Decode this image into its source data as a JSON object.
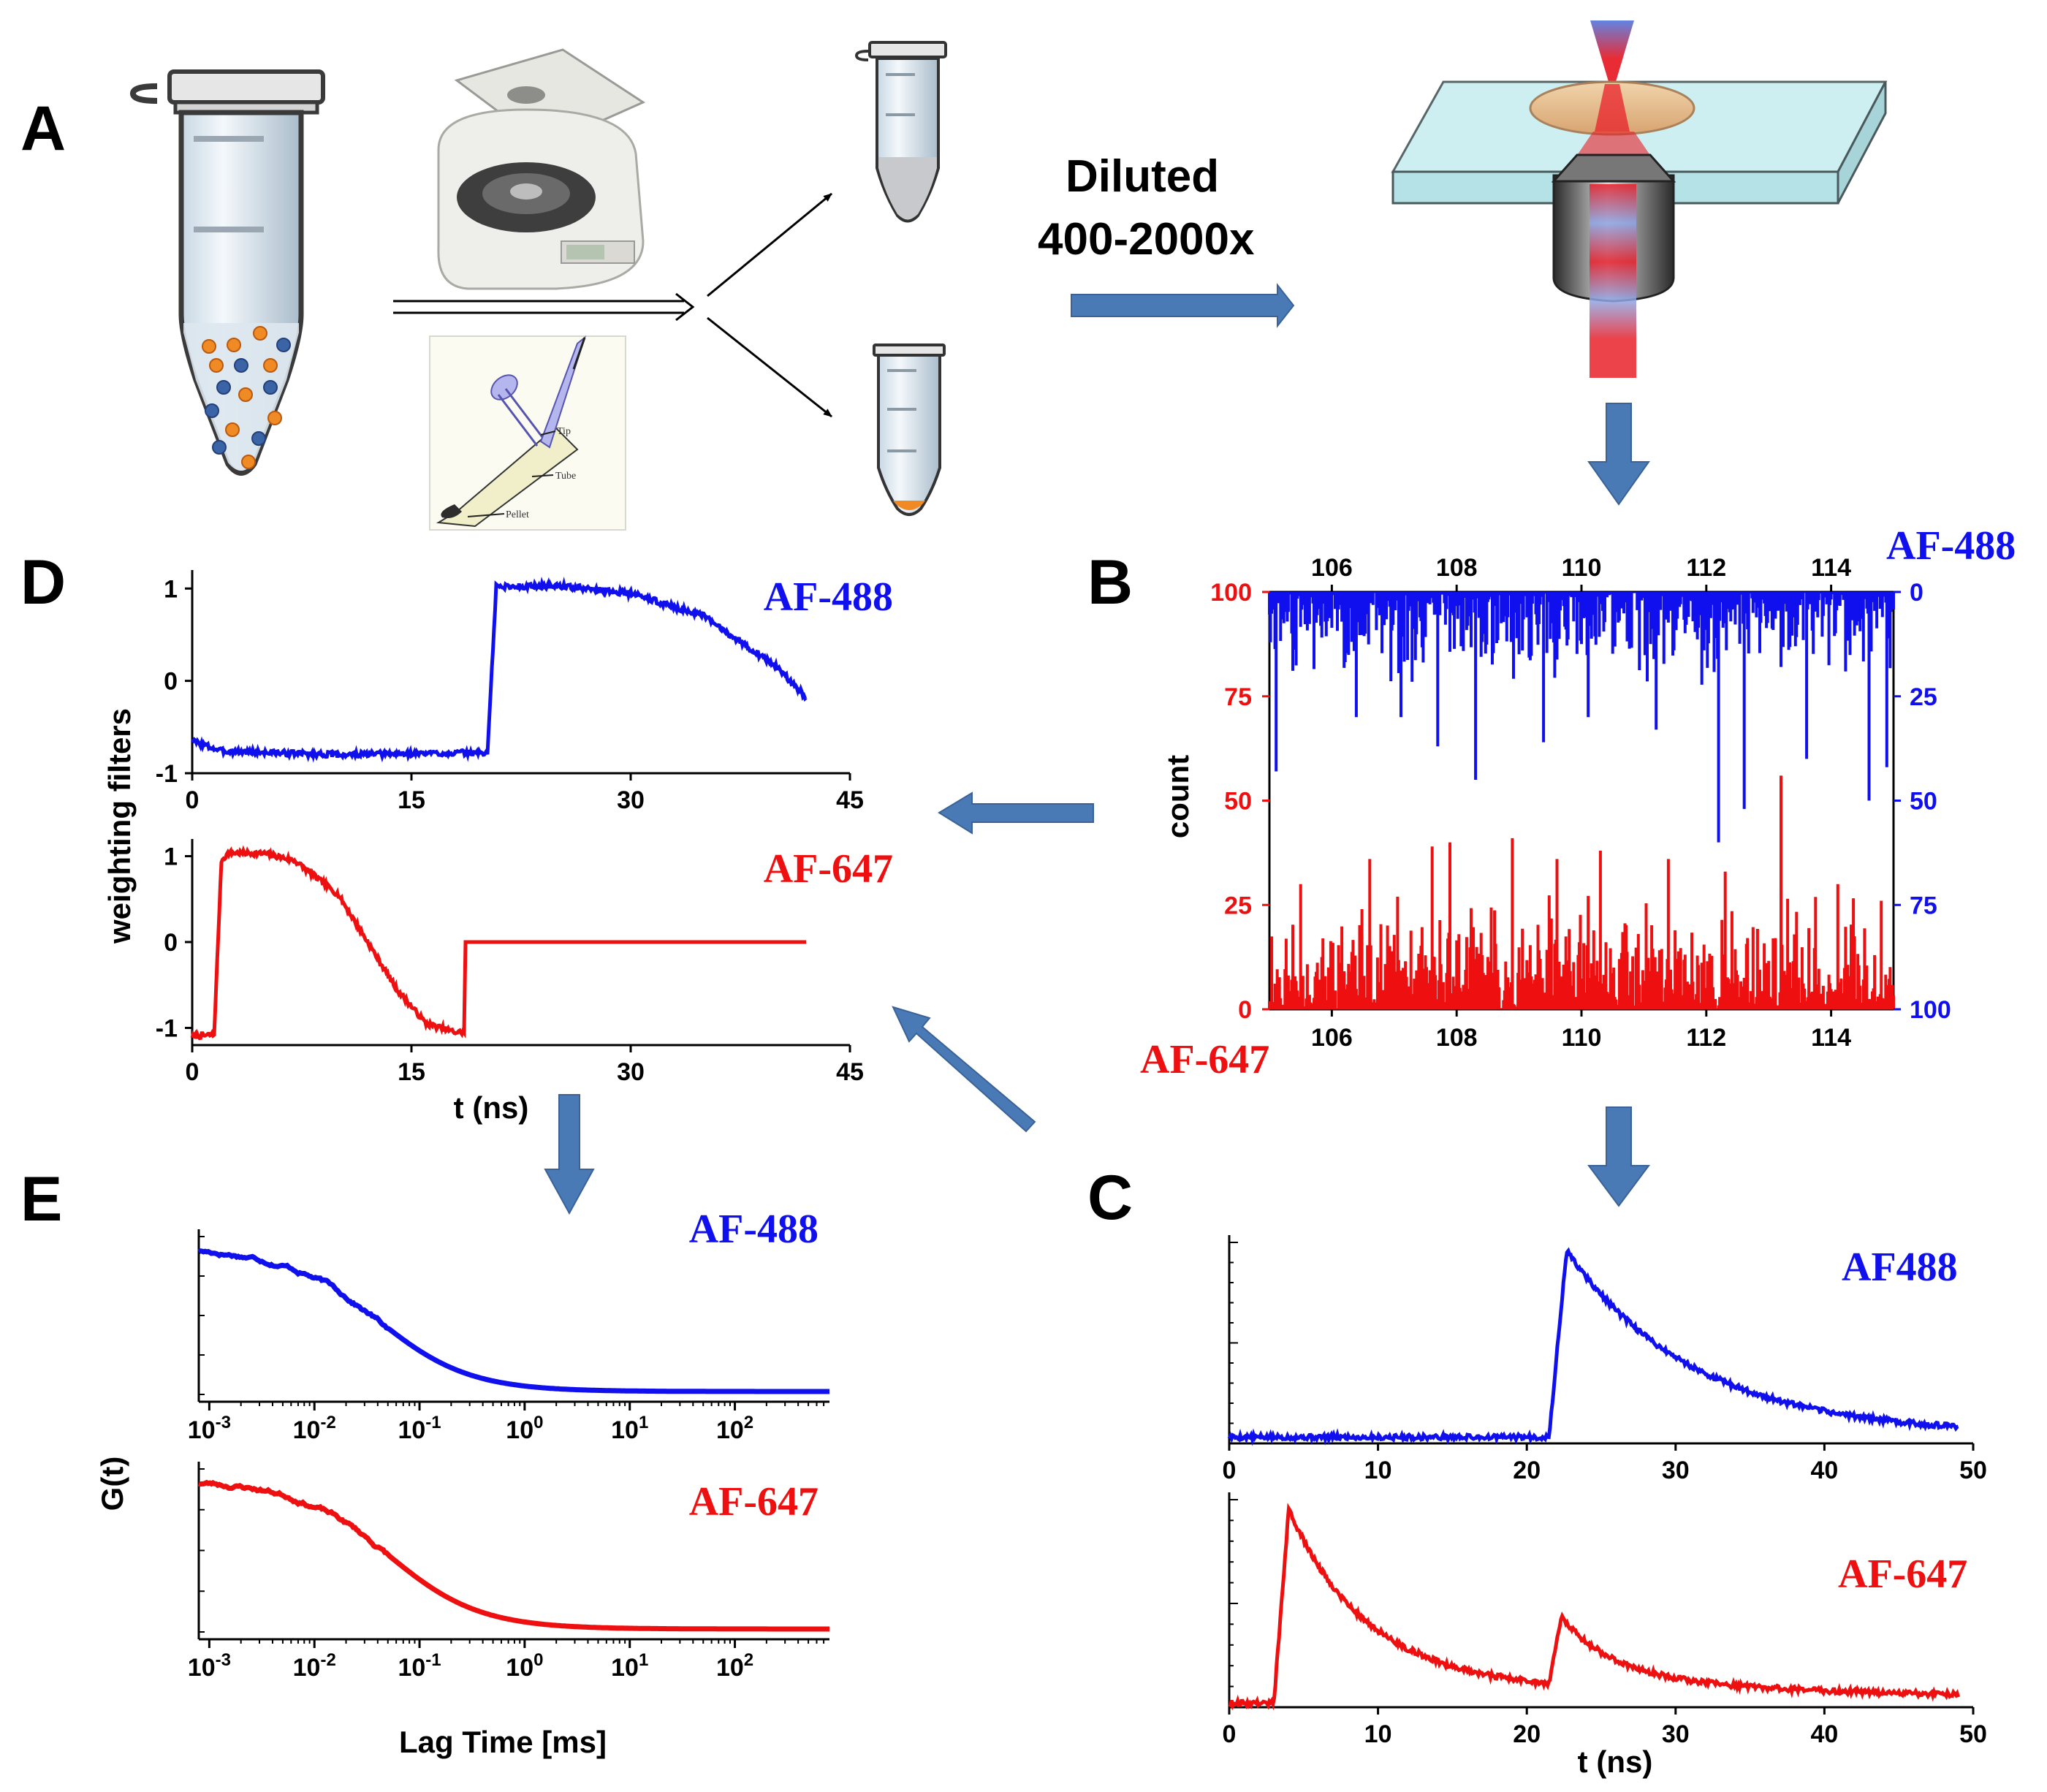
{
  "panels": {
    "A": "A",
    "B": "B",
    "C": "C",
    "D": "D",
    "E": "E"
  },
  "dilution": {
    "line1": "Diluted",
    "line2": "400-2000x"
  },
  "pipette_labels": {
    "tip": "Tip",
    "tube": "Tube",
    "pellet": "Pellet"
  },
  "colors": {
    "blue": "#1010ee",
    "red": "#ee1010",
    "arrow": "#4a7ab5",
    "orange": "#f08a24",
    "particle_blue": "#3a64a6"
  },
  "chart_data": [
    {
      "id": "B",
      "type": "line",
      "title": "",
      "xlabel": "",
      "ylabel": "count",
      "xlim": [
        105,
        115
      ],
      "x_ticks": [
        "106",
        "108",
        "110",
        "112",
        "114"
      ],
      "left_axis": {
        "range": [
          0,
          100
        ],
        "ticks": [
          "0",
          "25",
          "50",
          "75",
          "100"
        ]
      },
      "right_axis": {
        "range": [
          100,
          0
        ],
        "ticks": [
          "0",
          "25",
          "50",
          "75",
          "100"
        ]
      },
      "series": [
        {
          "name": "AF-488",
          "axis": "right",
          "color": "#1010ee",
          "baseline": 0,
          "typical_max": 15,
          "spikes": [
            [
              105.1,
              43
            ],
            [
              106.4,
              30
            ],
            [
              107.1,
              30
            ],
            [
              107.7,
              37
            ],
            [
              108.3,
              45
            ],
            [
              109.4,
              36
            ],
            [
              110.1,
              30
            ],
            [
              111.2,
              33
            ],
            [
              112.2,
              60
            ],
            [
              112.6,
              52
            ],
            [
              113.6,
              40
            ],
            [
              114.6,
              50
            ],
            [
              114.9,
              42
            ]
          ]
        },
        {
          "name": "AF-647",
          "axis": "left",
          "color": "#ee1010",
          "baseline": 0,
          "typical_max": 18,
          "spikes": [
            [
              105.5,
              30
            ],
            [
              106.6,
              36
            ],
            [
              107.6,
              39
            ],
            [
              107.9,
              40
            ],
            [
              108.9,
              41
            ],
            [
              109.6,
              36
            ],
            [
              110.3,
              38
            ],
            [
              111.4,
              36
            ],
            [
              112.3,
              33
            ],
            [
              113.2,
              56
            ],
            [
              114.1,
              30
            ],
            [
              114.8,
              26
            ]
          ]
        }
      ]
    },
    {
      "id": "C-top",
      "type": "line",
      "title": "",
      "xlabel": "",
      "ylabel": "",
      "xlim": [
        0,
        50
      ],
      "x_ticks": [
        "0",
        "10",
        "20",
        "30",
        "40",
        "50"
      ],
      "series": [
        {
          "name": "AF488",
          "color": "#1010ee",
          "rise": 21.5,
          "peak": 22.7,
          "tau": 8.5,
          "end": 49
        }
      ]
    },
    {
      "id": "C-bottom",
      "type": "line",
      "title": "",
      "xlabel": "t (ns)",
      "ylabel": "",
      "xlim": [
        0,
        50
      ],
      "x_ticks": [
        "0",
        "10",
        "20",
        "30",
        "40",
        "50"
      ],
      "series": [
        {
          "name": "AF-647",
          "color": "#ee1010",
          "pulses": [
            {
              "rise": 3,
              "peak": 4,
              "amp": 1.0,
              "tau": 5
            },
            {
              "rise": 21.5,
              "peak": 22.3,
              "amp": 0.35,
              "tau": 3.5
            }
          ],
          "end": 49
        }
      ]
    },
    {
      "id": "D-top",
      "type": "line",
      "title": "",
      "xlabel": "",
      "ylabel": "weighting filters",
      "xlim": [
        0,
        45
      ],
      "ylim": [
        -1,
        1.2
      ],
      "x_ticks": [
        "0",
        "15",
        "30",
        "45"
      ],
      "y_ticks": [
        "-1",
        "0",
        "1"
      ],
      "series": [
        {
          "name": "AF-488",
          "color": "#1010ee",
          "points": [
            [
              0,
              -0.65
            ],
            [
              2,
              -0.76
            ],
            [
              10,
              -0.8
            ],
            [
              18,
              -0.78
            ],
            [
              20.2,
              -0.78
            ],
            [
              20.8,
              1.02
            ],
            [
              25,
              1.03
            ],
            [
              30,
              0.95
            ],
            [
              35,
              0.7
            ],
            [
              40,
              0.15
            ],
            [
              42,
              -0.18
            ]
          ]
        }
      ]
    },
    {
      "id": "D-bottom",
      "type": "line",
      "title": "",
      "xlabel": "t (ns)",
      "ylabel": "",
      "xlim": [
        0,
        45
      ],
      "ylim": [
        -1.2,
        1.2
      ],
      "x_ticks": [
        "0",
        "15",
        "30",
        "45"
      ],
      "y_ticks": [
        "-1",
        "0",
        "1"
      ],
      "series": [
        {
          "name": "AF-647",
          "color": "#ee1010",
          "points": [
            [
              0,
              -1.1
            ],
            [
              1.5,
              -1.08
            ],
            [
              2,
              0.95
            ],
            [
              2.5,
              1.04
            ],
            [
              5,
              1.03
            ],
            [
              7,
              0.95
            ],
            [
              10,
              0.55
            ],
            [
              12,
              0.0
            ],
            [
              14,
              -0.55
            ],
            [
              16,
              -0.95
            ],
            [
              18,
              -1.05
            ],
            [
              18.6,
              -1.05
            ],
            [
              18.7,
              0
            ],
            [
              42,
              0
            ]
          ]
        }
      ]
    },
    {
      "id": "E-top",
      "type": "line",
      "title": "",
      "xlabel": "",
      "ylabel": "G(t)",
      "x_scale": "log",
      "xlim": [
        -3.1,
        2.9
      ],
      "x_ticks": [
        "10-3",
        "10-2",
        "10-1",
        "100",
        "101",
        "102"
      ],
      "series": [
        {
          "name": "AF-488",
          "color": "#1010ee",
          "tau_log": -1.4
        }
      ]
    },
    {
      "id": "E-bottom",
      "type": "line",
      "title": "",
      "xlabel": "Lag Time [ms]",
      "ylabel": "",
      "x_scale": "log",
      "xlim": [
        -3.1,
        2.9
      ],
      "x_ticks": [
        "10-3",
        "10-2",
        "10-1",
        "100",
        "101",
        "102"
      ],
      "series": [
        {
          "name": "AF-647",
          "color": "#ee1010",
          "tau_log": -1.3
        }
      ]
    }
  ]
}
